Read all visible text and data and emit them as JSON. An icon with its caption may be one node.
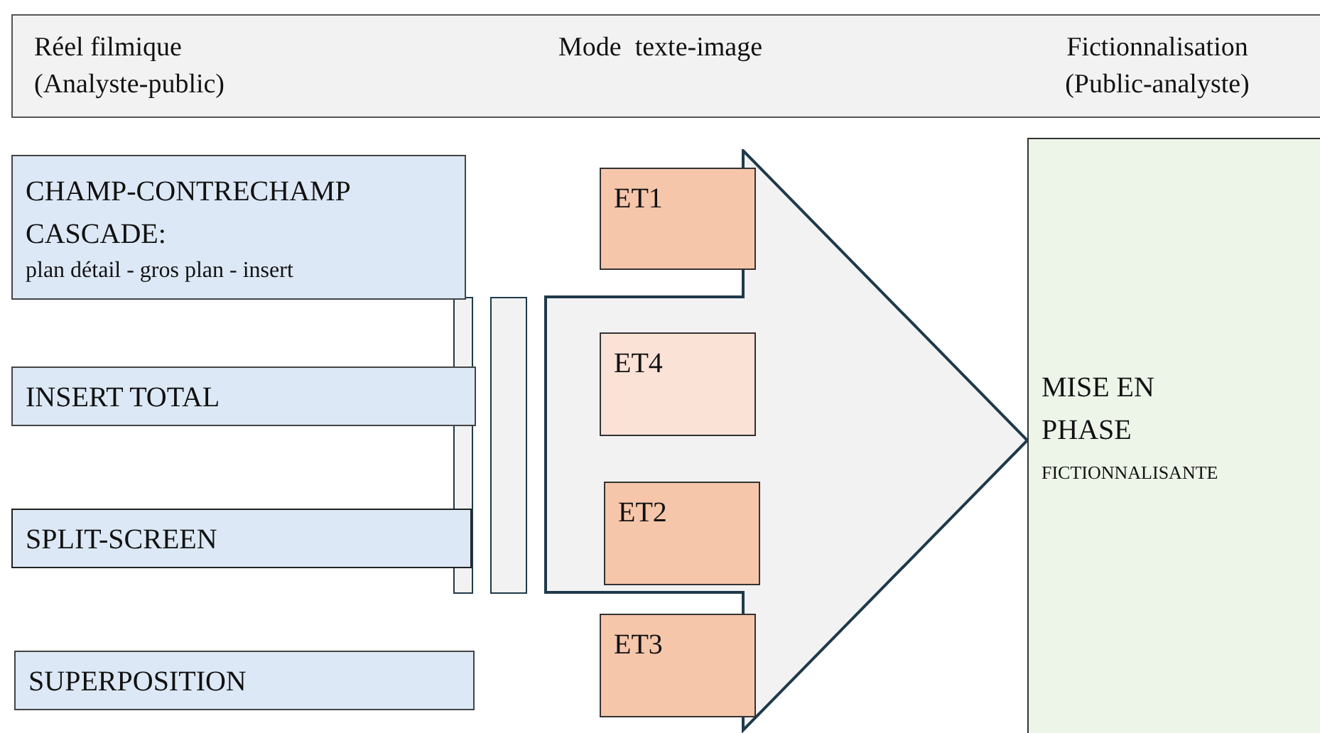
{
  "diagram": {
    "nodes": [
      {
        "text": [
          "Réel filmique (Analyste-public)",
          "Mode  texte-image",
          "Fictionnalisation (Public-analyste)"
        ]
      },
      {
        "text": [
          "CHAMP-CONTRECHAMP CASCADE:",
          "plan détail - gros plan - insert"
        ]
      },
      {
        "text": [
          "INSERT TOTAL"
        ]
      },
      {
        "text": [
          "SPLIT-SCREEN"
        ]
      },
      {
        "text": [
          "SUPERPOSITION"
        ]
      },
      {
        "text": [],
        "shape": "bar"
      },
      {
        "text": [],
        "shape": "bar"
      },
      {
        "text": [],
        "shape": "arrow"
      },
      {
        "text": [
          "ET1"
        ]
      },
      {
        "text": [
          "ET4"
        ],
        "in": 7
      },
      {
        "text": [
          "ET2"
        ],
        "in": 7
      },
      {
        "text": [
          "ET3"
        ]
      },
      {
        "text": [
          "MISE EN PHASE",
          "FICTIONNALISANTE"
        ]
      }
    ]
  }
}
